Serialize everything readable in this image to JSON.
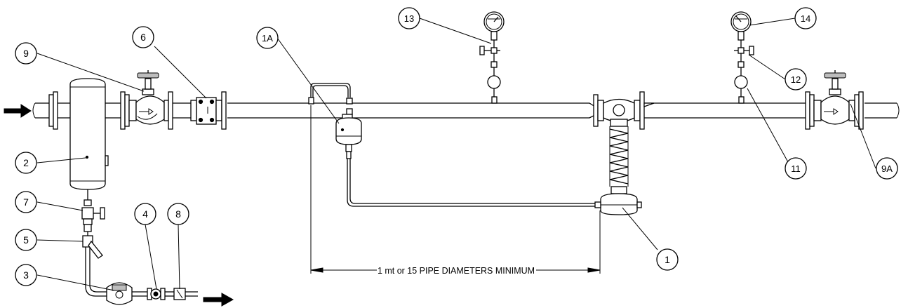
{
  "callouts": {
    "c1": "1",
    "c1A": "1A",
    "c2": "2",
    "c3": "3",
    "c4": "4",
    "c5": "5",
    "c6": "6",
    "c7": "7",
    "c8": "8",
    "c9": "9",
    "c9A": "9A",
    "c11": "11",
    "c12": "12",
    "c13": "13",
    "c14": "14"
  },
  "dimension_label": "1 mt or 15 PIPE DIAMETERS MINIMUM"
}
